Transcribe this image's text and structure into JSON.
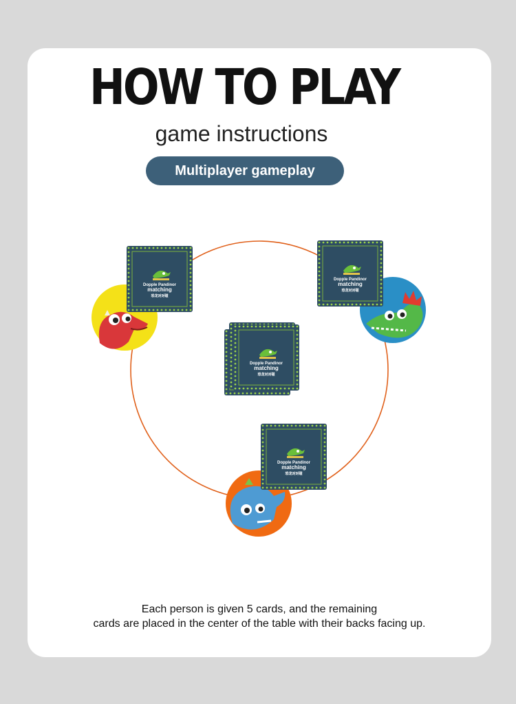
{
  "header": {
    "title": "HOW TO PLAY",
    "subtitle": "game instructions",
    "mode_label": "Multiplayer gameplay"
  },
  "card": {
    "brand_line1": "Dopple Pandinor",
    "brand_line2": "matching",
    "brand_line3": "恐龙对对碰"
  },
  "caption": {
    "line1": "Each person is given 5 cards, and the remaining",
    "line2": "cards are placed in the center of the table with their backs facing up."
  },
  "colors": {
    "background": "#d9d9d9",
    "panel": "#ffffff",
    "pill": "#3d6079",
    "card": "#2e4d63",
    "card_border": "#9bd34a",
    "circle_line": "#e0601a",
    "player1_bg": "#f4e118",
    "player2_bg": "#2a8fc6",
    "player3_bg": "#f06a12"
  },
  "icons": [
    "crocodile-logo-icon",
    "red-dinosaur-icon",
    "green-crocodile-icon",
    "blue-dinosaur-icon"
  ]
}
